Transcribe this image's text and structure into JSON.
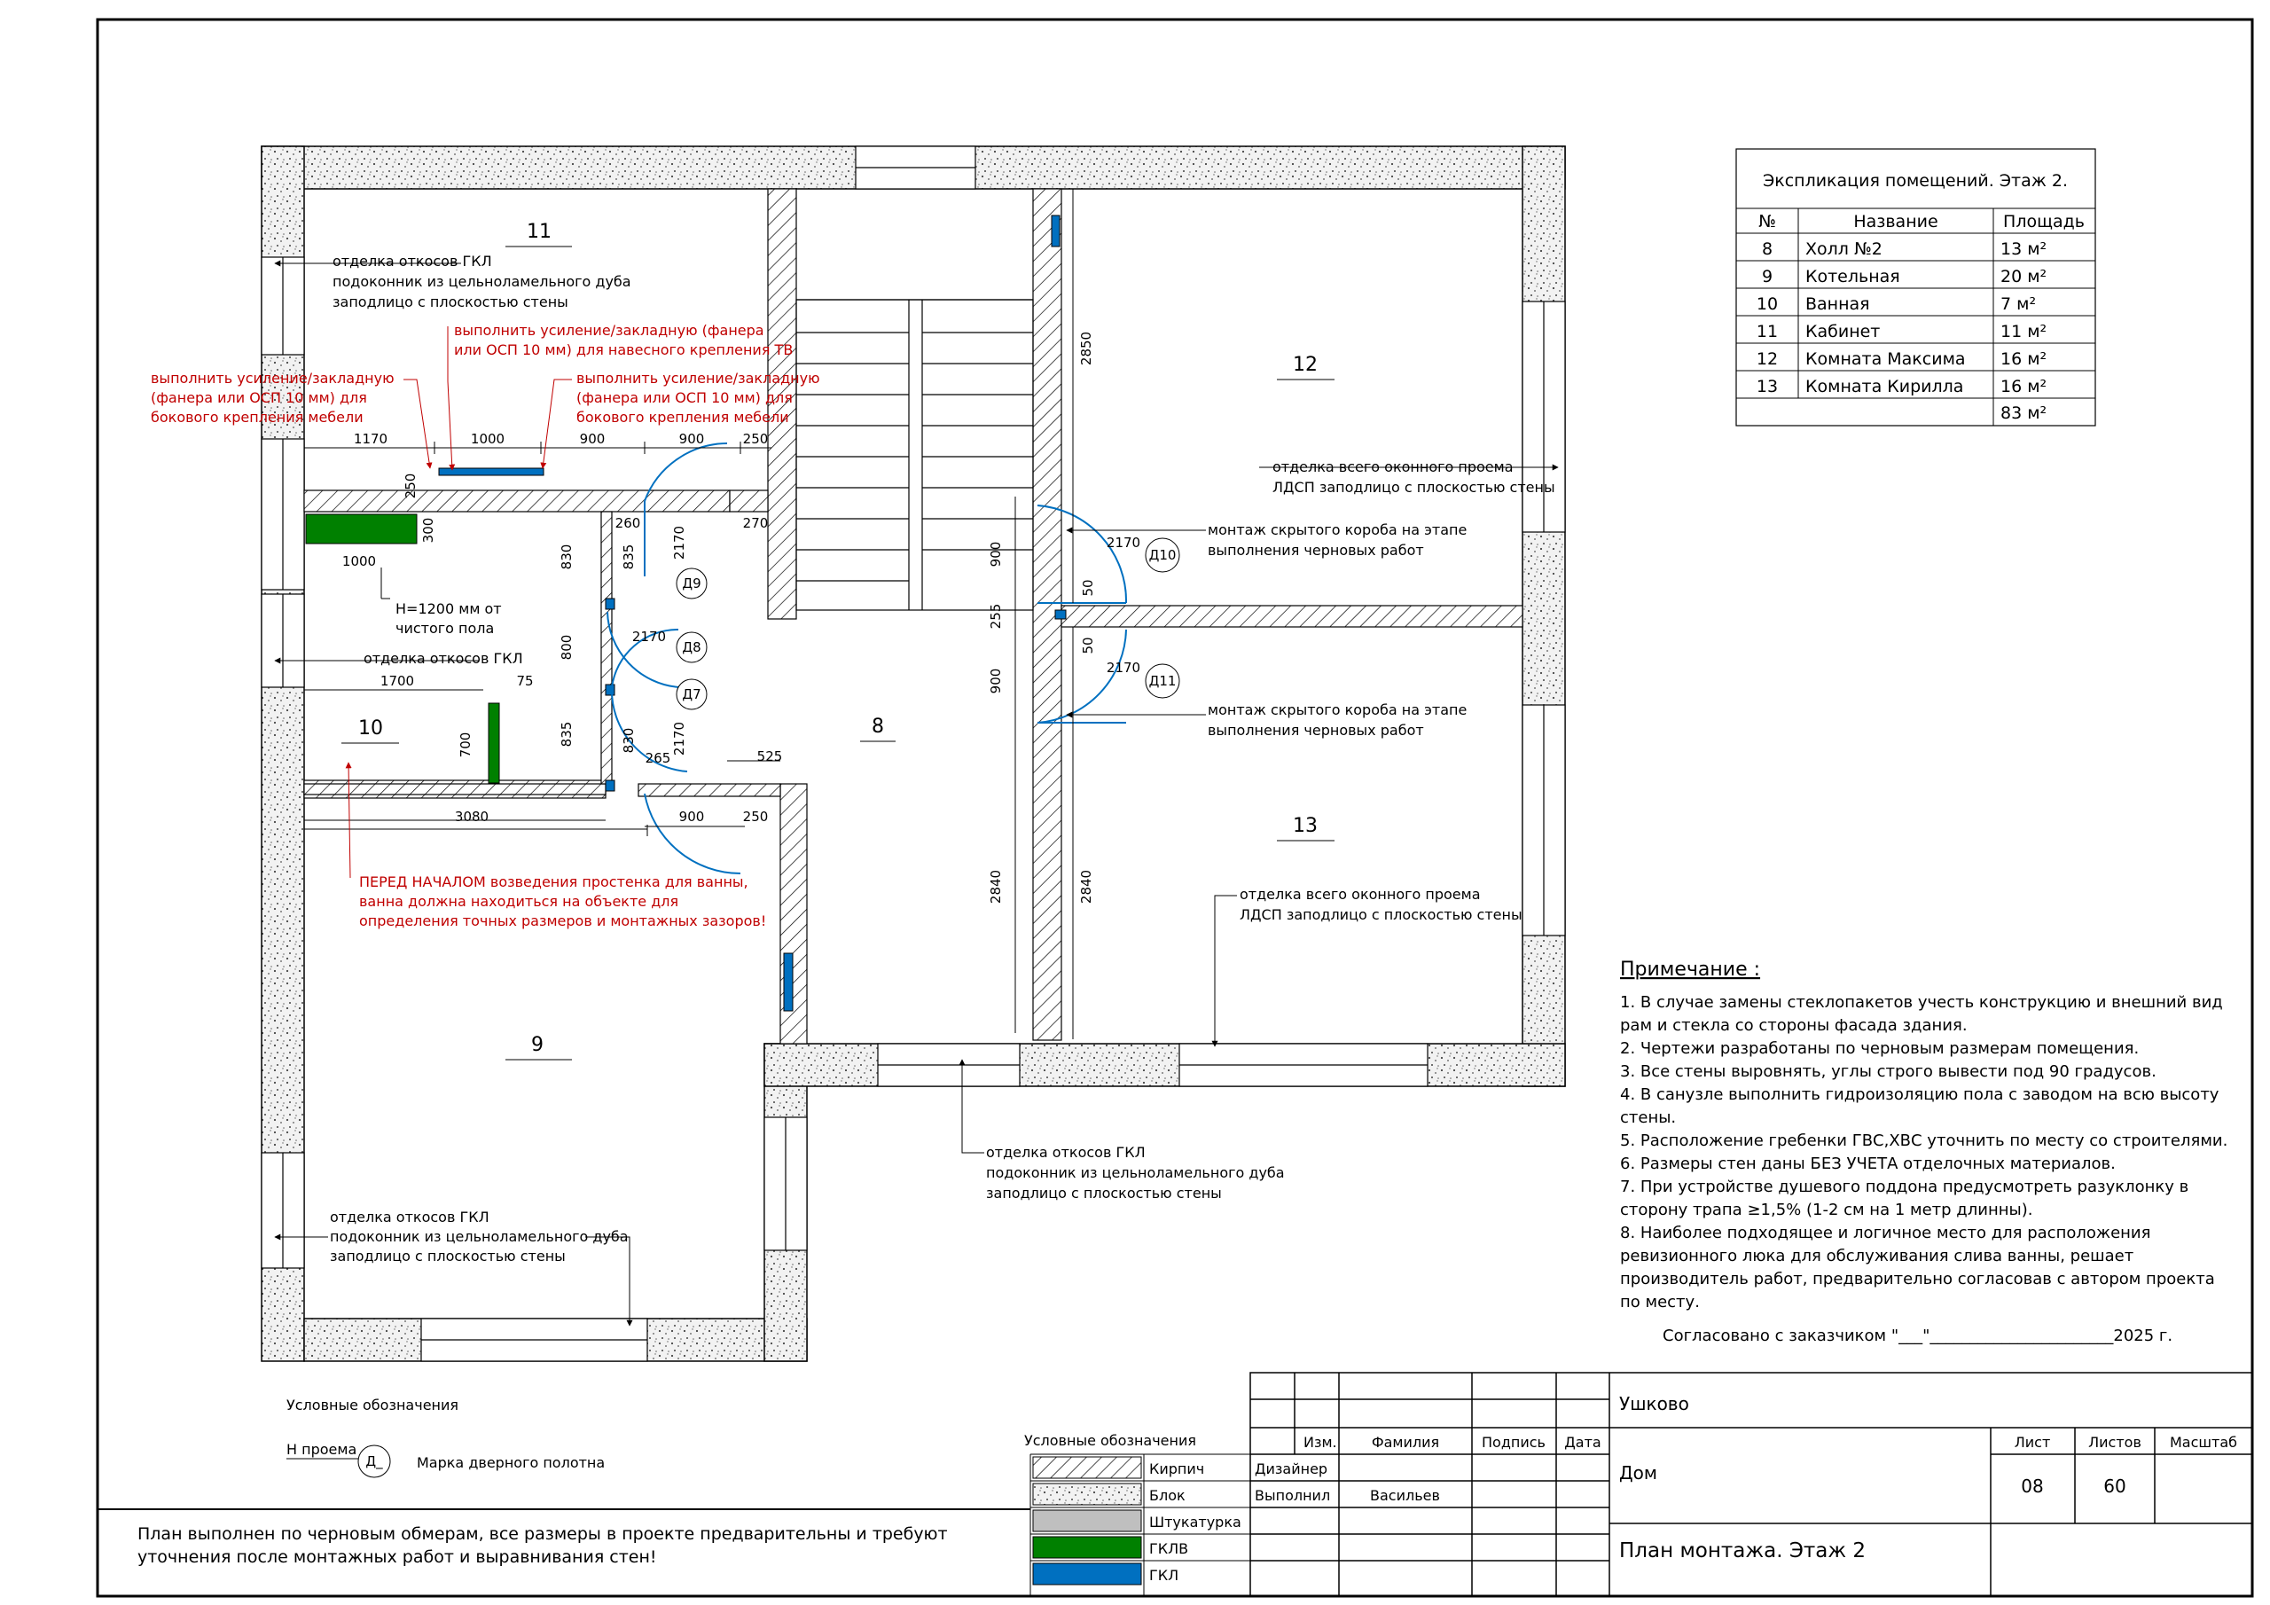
{
  "rooms": {
    "r8": "8",
    "r9": "9",
    "r10": "10",
    "r11": "11",
    "r12": "12",
    "r13": "13"
  },
  "doors": {
    "d7": "Д7",
    "d8": "Д8",
    "d9": "Д9",
    "d10": "Д10",
    "d11": "Д11"
  },
  "dims": {
    "d1170": "1170",
    "d1000a": "1000",
    "d900a": "900",
    "d900b": "900",
    "d250a": "250",
    "d250v": "250",
    "d260": "260",
    "d270": "270",
    "d300": "300",
    "d1000b": "1000",
    "d830a": "830",
    "d835a": "835",
    "d2170a": "2170",
    "d800": "800",
    "d2170b": "2170",
    "d835b": "835",
    "d830b": "830",
    "d2170c": "2170",
    "d265": "265",
    "d525": "525",
    "d1700": "1700",
    "d75": "75",
    "d700": "700",
    "d3080": "3080",
    "d900c": "900",
    "d250b": "250",
    "d2850": "2850",
    "d900d": "900",
    "d255": "255",
    "d900e": "900",
    "d2840a": "2840",
    "d2840b": "2840",
    "d2170d": "2170",
    "d50a": "50",
    "d2170e": "2170",
    "d50b": "50"
  },
  "notes": {
    "n11_1": "отделка откосов ГКЛ",
    "n11_2": "подоконник из цельноламельного дуба",
    "n11_3": "заподлицо с плоскостью стены",
    "tv_1": "выполнить усиление/закладную (фанера",
    "tv_2": "или ОСП 10 мм) для навесного крепления ТВ",
    "left_1": "выполнить усиление/закладную",
    "left_2": "(фанера или ОСП 10 мм) для",
    "left_3": "бокового крепления мебели",
    "right_1": "выполнить усиление/закладную",
    "right_2": "(фанера или ОСП 10 мм) для",
    "right_3": "бокового крепления мебели",
    "h_1": "Н=1200 мм от",
    "h_2": "чистого пола",
    "n10": "отделка откосов ГКЛ",
    "bath_1": "ПЕРЕД НАЧАЛОМ возведения простенка для ванны,",
    "bath_2": "ванна должна находиться на объекте для",
    "bath_3": "определения точных размеров и монтажных зазоров!",
    "n12_1": "отделка всего оконного проема",
    "n12_2": "ЛДСП заподлицо с плоскостью стены",
    "box1_1": "монтаж скрытого короба на этапе",
    "box1_2": "выполнения черновых работ",
    "box2_1": "монтаж скрытого короба на этапе",
    "box2_2": "выполнения черновых работ",
    "n13_1": "отделка всего оконного проема",
    "n13_2": "ЛДСП заподлицо с плоскостью стены",
    "n8_1": "отделка откосов ГКЛ",
    "n8_2": "подоконник из цельноламельного дуба",
    "n8_3": "заподлицо с плоскостью стены",
    "n9_1": "отделка откосов ГКЛ",
    "n9_2": "подоконник из цельноламельного дуба",
    "n9_3": "заподлицо с плоскостью стены"
  },
  "explication": {
    "title": "Экспликация  помещений. Этаж 2.",
    "headers": [
      "№",
      "Название",
      "Площадь"
    ],
    "rows": [
      {
        "num": "8",
        "name": "Холл №2",
        "area": "13 м²"
      },
      {
        "num": "9",
        "name": "Котельная",
        "area": "20 м²"
      },
      {
        "num": "10",
        "name": "Ванная",
        "area": "7 м²"
      },
      {
        "num": "11",
        "name": "Кабинет",
        "area": "11 м²"
      },
      {
        "num": "12",
        "name": "Комната Максима",
        "area": "16 м²"
      },
      {
        "num": "13",
        "name": "Комната Кирилла",
        "area": "16 м²"
      }
    ],
    "total": "83 м²"
  },
  "remarks": {
    "title": "Примечание  :",
    "lines": [
      "1. В случае замены стеклопакетов учесть конструкцию и внешний вид",
      "рам и стекла со стороны фасада здания.",
      "2. Чертежи разработаны по черновым размерам помещения.",
      "3. Все стены выровнять, углы строго вывести под 90 градусов.",
      "4. В санузле выполнить гидроизоляцию пола с заводом на всю высоту",
      "стены.",
      "5. Расположение гребенки ГВС,ХВС уточнить по месту со строителями.",
      "6. Размеры стен даны БЕЗ УЧЕТА отделочных материалов.",
      "7. При устройстве душевого поддона предусмотреть разуклонку в",
      "сторону трапа ≥1,5% (1-2 см на 1 метр длинны).",
      "8. Наиболее подходящее и логичное место для расположения",
      "ревизионного люка для обслуживания слива ванны, решает",
      "производитель работ, предварительно согласовав с автором проекта",
      "по месту."
    ],
    "agreed": "Согласовано с заказчиком \"___\"_______________________2025 г."
  },
  "legend_small": {
    "title": "Условные обозначения",
    "opening": "Н проема",
    "door_mark": "Д_",
    "door_label": "Марка дверного полотна"
  },
  "legend_table": {
    "title": "Условные обозначения",
    "items": [
      {
        "label": "Кирпич",
        "color": "#ffffff"
      },
      {
        "label": "Блок",
        "color": "#ffffff"
      },
      {
        "label": "Штукатурка",
        "color": "#bfbfbf"
      },
      {
        "label": "ГКЛВ",
        "color": "#008000"
      },
      {
        "label": "ГКЛ",
        "color": "#0070c0"
      }
    ]
  },
  "footer_note": {
    "line1": "План выполнен по черновым обмерам, все размеры в проекте предварительны и требуют",
    "line2": "уточнения после монтажных работ и выравнивания стен!"
  },
  "title_block": {
    "place": "Ушково",
    "object": "Дом",
    "sheet_title": "План монтажа. Этаж 2",
    "col_izm": "Изм.",
    "col_familiya": "Фамилия",
    "col_podpis": "Подпись",
    "col_data": "Дата",
    "role1": "Дизайнер",
    "role2": "Выполнил",
    "person2": "Васильев",
    "list_label": "Лист",
    "listov_label": "Листов",
    "masshtab_label": "Масштаб",
    "list": "08",
    "listov": "60"
  },
  "colors": {
    "gklv": "#008000",
    "gkl": "#0070c0",
    "red_note": "#c00000"
  }
}
